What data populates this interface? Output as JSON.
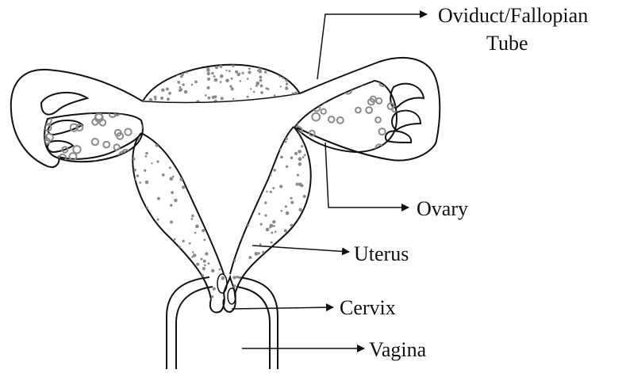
{
  "labels": {
    "oviduct_line1": "Oviduct/Fallopian",
    "oviduct_line2": "Tube",
    "ovary": "Ovary",
    "uterus": "Uterus",
    "cervix": "Cervix",
    "vagina": "Vagina"
  },
  "colors": {
    "outline": "#111111",
    "texture": "#8a8a8a"
  }
}
